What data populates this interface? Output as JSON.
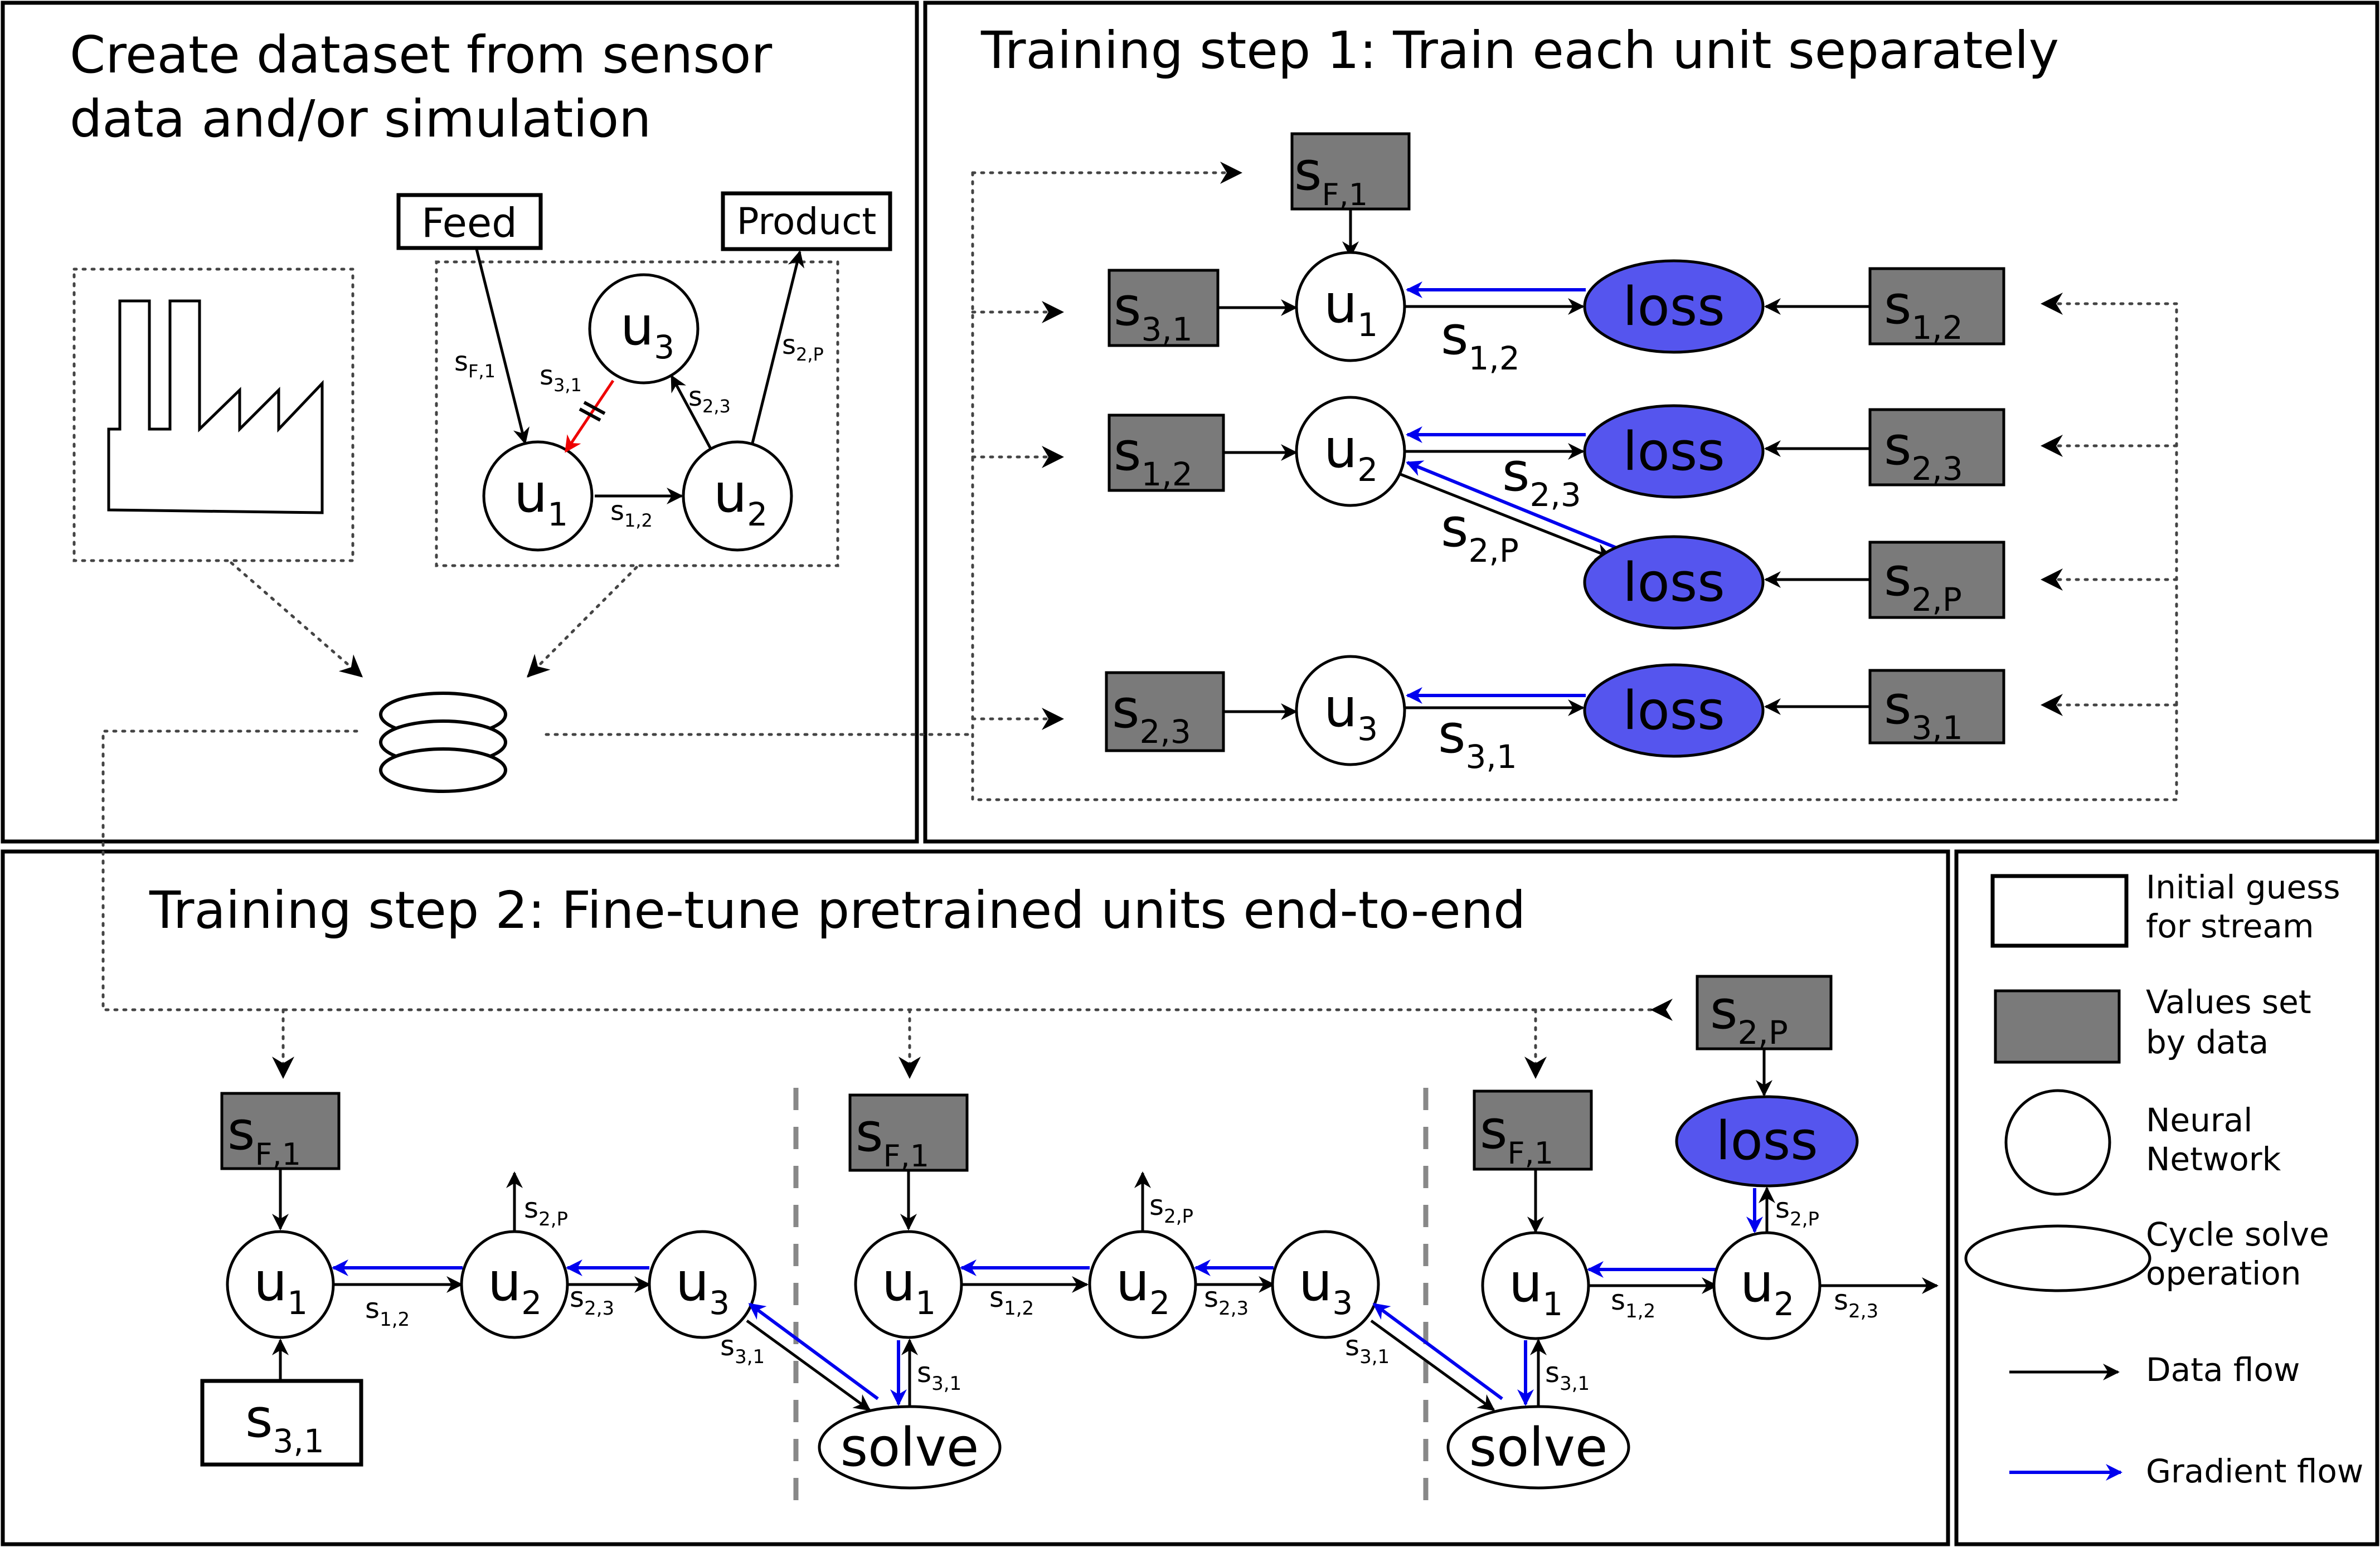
{
  "panels": {
    "dataset": {
      "title_line1": "Create dataset from sensor",
      "title_line2": "data and/or simulation"
    },
    "step1": {
      "title": "Training step 1: Train each unit separately"
    },
    "step2": {
      "title": "Training step 2: Fine-tune pretrained units end-to-end"
    }
  },
  "process": {
    "feed": "Feed",
    "product": "Product",
    "units": [
      "u",
      "u",
      "u"
    ],
    "unit_subs": [
      "1",
      "2",
      "3"
    ],
    "streams": {
      "sF1": {
        "base": "s",
        "sub": "F,1"
      },
      "s31": {
        "base": "s",
        "sub": "3,1"
      },
      "s23": {
        "base": "s",
        "sub": "2,3"
      },
      "s2P": {
        "base": "s",
        "sub": "2,P"
      },
      "s12": {
        "base": "s",
        "sub": "1,2"
      }
    }
  },
  "step1": {
    "rows": [
      {
        "input": "s_{3,1}",
        "unit": "u_1",
        "stream": "s_{1,2}",
        "target": "s_{1,2}"
      },
      {
        "input": "s_{1,2}",
        "unit": "u_2",
        "stream": "s_{2,3}",
        "target": "s_{2,3}"
      },
      {
        "input": "",
        "unit": "",
        "stream": "s_{2,P}",
        "target": "s_{2,P}"
      },
      {
        "input": "s_{2,3}",
        "unit": "u_3",
        "stream": "s_{3,1}",
        "target": "s_{3,1}"
      }
    ],
    "top_input": "s_{F,1}",
    "loss_label": "loss"
  },
  "step2": {
    "loss_label": "loss",
    "solve_label": "solve"
  },
  "legend": {
    "items": [
      {
        "line1": "Initial guess",
        "line2": "for stream"
      },
      {
        "line1": "Values set",
        "line2": "by data"
      },
      {
        "line1": "Neural",
        "line2": "Network"
      },
      {
        "line1": "Cycle solve",
        "line2": "operation"
      },
      {
        "line1": "Data flow",
        "line2": ""
      },
      {
        "line1": "Gradient flow",
        "line2": ""
      }
    ]
  },
  "colors": {
    "gradient": "#0000ee",
    "loss_fill": "#5555ee",
    "data_box": "#7a7a7a",
    "cut_stream": "#ee0000"
  }
}
